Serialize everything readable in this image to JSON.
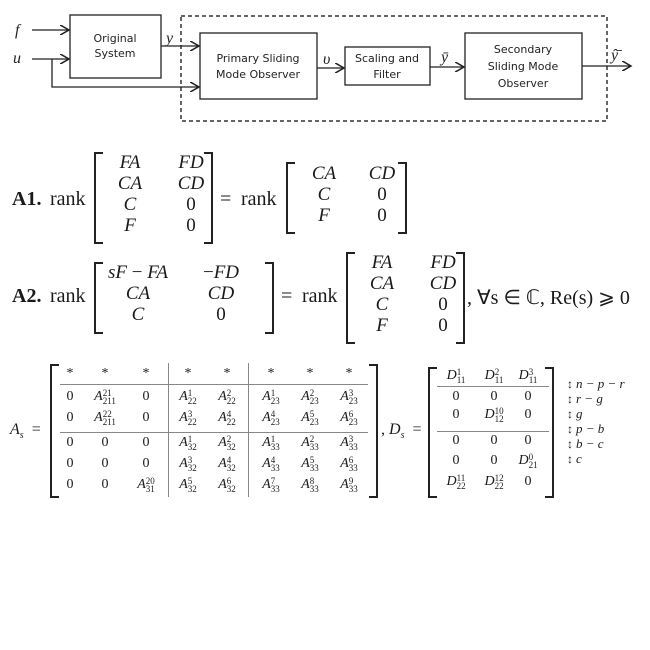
{
  "diagram": {
    "inputs": [
      "f",
      "u"
    ],
    "blocks": {
      "original_system": [
        "Original",
        "System"
      ],
      "primary_observer": [
        "Primary Sliding",
        "Mode Observer"
      ],
      "scaling_filter": [
        "Scaling and",
        "Filter"
      ],
      "secondary_observer": [
        "Secondary",
        "Sliding Mode",
        "Observer"
      ]
    },
    "signals": {
      "y": "y",
      "v": "υ",
      "ybar": "ȳ",
      "yhat": "ŷ̄"
    }
  },
  "assumptions": {
    "a1": {
      "label": "A1.",
      "rank": "rank",
      "equals": "=",
      "lhs": [
        [
          "FA",
          "FD"
        ],
        [
          "CA",
          "CD"
        ],
        [
          "C",
          "0"
        ],
        [
          "F",
          "0"
        ]
      ],
      "rhs": [
        [
          "CA",
          "CD"
        ],
        [
          "C",
          "0"
        ],
        [
          "F",
          "0"
        ]
      ]
    },
    "a2": {
      "label": "A2.",
      "rank": "rank",
      "equals": "=",
      "lhs": [
        [
          "sF − FA",
          "−FD"
        ],
        [
          "CA",
          "CD"
        ],
        [
          "C",
          "0"
        ]
      ],
      "rhs": [
        [
          "FA",
          "FD"
        ],
        [
          "CA",
          "CD"
        ],
        [
          "C",
          "0"
        ],
        [
          "F",
          "0"
        ]
      ],
      "condition": ", ∀s ∈ ℂ, Re(s) ⩾ 0"
    }
  },
  "matrix_As": {
    "name": "A",
    "name_sub": "s",
    "equals": "=",
    "rows": [
      [
        {
          "t": "*"
        },
        {
          "t": "*"
        },
        {
          "t": "*"
        },
        {
          "t": "*"
        },
        {
          "t": "*"
        },
        {
          "t": "*"
        },
        {
          "t": "*"
        },
        {
          "t": "*"
        }
      ],
      [
        {
          "t": "0"
        },
        {
          "b": "A",
          "sup": "21",
          "sub": "211"
        },
        {
          "t": "0"
        },
        {
          "b": "A",
          "sup": "1",
          "sub": "22"
        },
        {
          "b": "A",
          "sup": "2",
          "sub": "22"
        },
        {
          "b": "A",
          "sup": "1",
          "sub": "23"
        },
        {
          "b": "A",
          "sup": "2",
          "sub": "23"
        },
        {
          "b": "A",
          "sup": "3",
          "sub": "23"
        }
      ],
      [
        {
          "t": "0"
        },
        {
          "b": "A",
          "sup": "22",
          "sub": "211"
        },
        {
          "t": "0"
        },
        {
          "b": "A",
          "sup": "3",
          "sub": "22"
        },
        {
          "b": "A",
          "sup": "4",
          "sub": "22"
        },
        {
          "b": "A",
          "sup": "4",
          "sub": "23"
        },
        {
          "b": "A",
          "sup": "5",
          "sub": "23"
        },
        {
          "b": "A",
          "sup": "6",
          "sub": "23"
        }
      ],
      [
        {
          "t": "0"
        },
        {
          "t": "0"
        },
        {
          "t": "0"
        },
        {
          "b": "A",
          "sup": "1",
          "sub": "32"
        },
        {
          "b": "A",
          "sup": "2",
          "sub": "32"
        },
        {
          "b": "A",
          "sup": "1",
          "sub": "33"
        },
        {
          "b": "A",
          "sup": "2",
          "sub": "33"
        },
        {
          "b": "A",
          "sup": "3",
          "sub": "33"
        }
      ],
      [
        {
          "t": "0"
        },
        {
          "t": "0"
        },
        {
          "t": "0"
        },
        {
          "b": "A",
          "sup": "3",
          "sub": "32"
        },
        {
          "b": "A",
          "sup": "4",
          "sub": "32"
        },
        {
          "b": "A",
          "sup": "4",
          "sub": "33"
        },
        {
          "b": "A",
          "sup": "5",
          "sub": "33"
        },
        {
          "b": "A",
          "sup": "6",
          "sub": "33"
        }
      ],
      [
        {
          "t": "0"
        },
        {
          "t": "0"
        },
        {
          "b": "A",
          "sup": "20",
          "sub": "31"
        },
        {
          "b": "A",
          "sup": "5",
          "sub": "32"
        },
        {
          "b": "A",
          "sup": "6",
          "sub": "32"
        },
        {
          "b": "A",
          "sup": "7",
          "sub": "33"
        },
        {
          "b": "A",
          "sup": "8",
          "sub": "33"
        },
        {
          "b": "A",
          "sup": "9",
          "sub": "33"
        }
      ]
    ]
  },
  "matrix_Ds": {
    "prefix": ",",
    "name": "D",
    "name_sub": "s",
    "equals": "=",
    "rows": [
      [
        {
          "b": "D",
          "sup": "1",
          "sub": "11"
        },
        {
          "b": "D",
          "sup": "2",
          "sub": "11"
        },
        {
          "b": "D",
          "sup": "3",
          "sub": "11"
        }
      ],
      [
        {
          "t": "0"
        },
        {
          "t": "0"
        },
        {
          "t": "0"
        }
      ],
      [
        {
          "t": "0"
        },
        {
          "b": "D",
          "sup": "10",
          "sub": "12"
        },
        {
          "t": "0"
        }
      ],
      [
        {
          "t": "0"
        },
        {
          "t": "0"
        },
        {
          "t": "0"
        }
      ],
      [
        {
          "t": "0"
        },
        {
          "t": "0"
        },
        {
          "b": "D",
          "sup": "0",
          "sub": "21"
        }
      ],
      [
        {
          "b": "D",
          "sup": "11",
          "sub": "22"
        },
        {
          "b": "D",
          "sup": "12",
          "sub": "22"
        },
        {
          "t": "0"
        }
      ]
    ]
  },
  "dimension_annotations": [
    "n − p − r",
    "r − g",
    "g",
    "p − b",
    "b − c",
    "c"
  ],
  "annotation_arrow": "↕"
}
